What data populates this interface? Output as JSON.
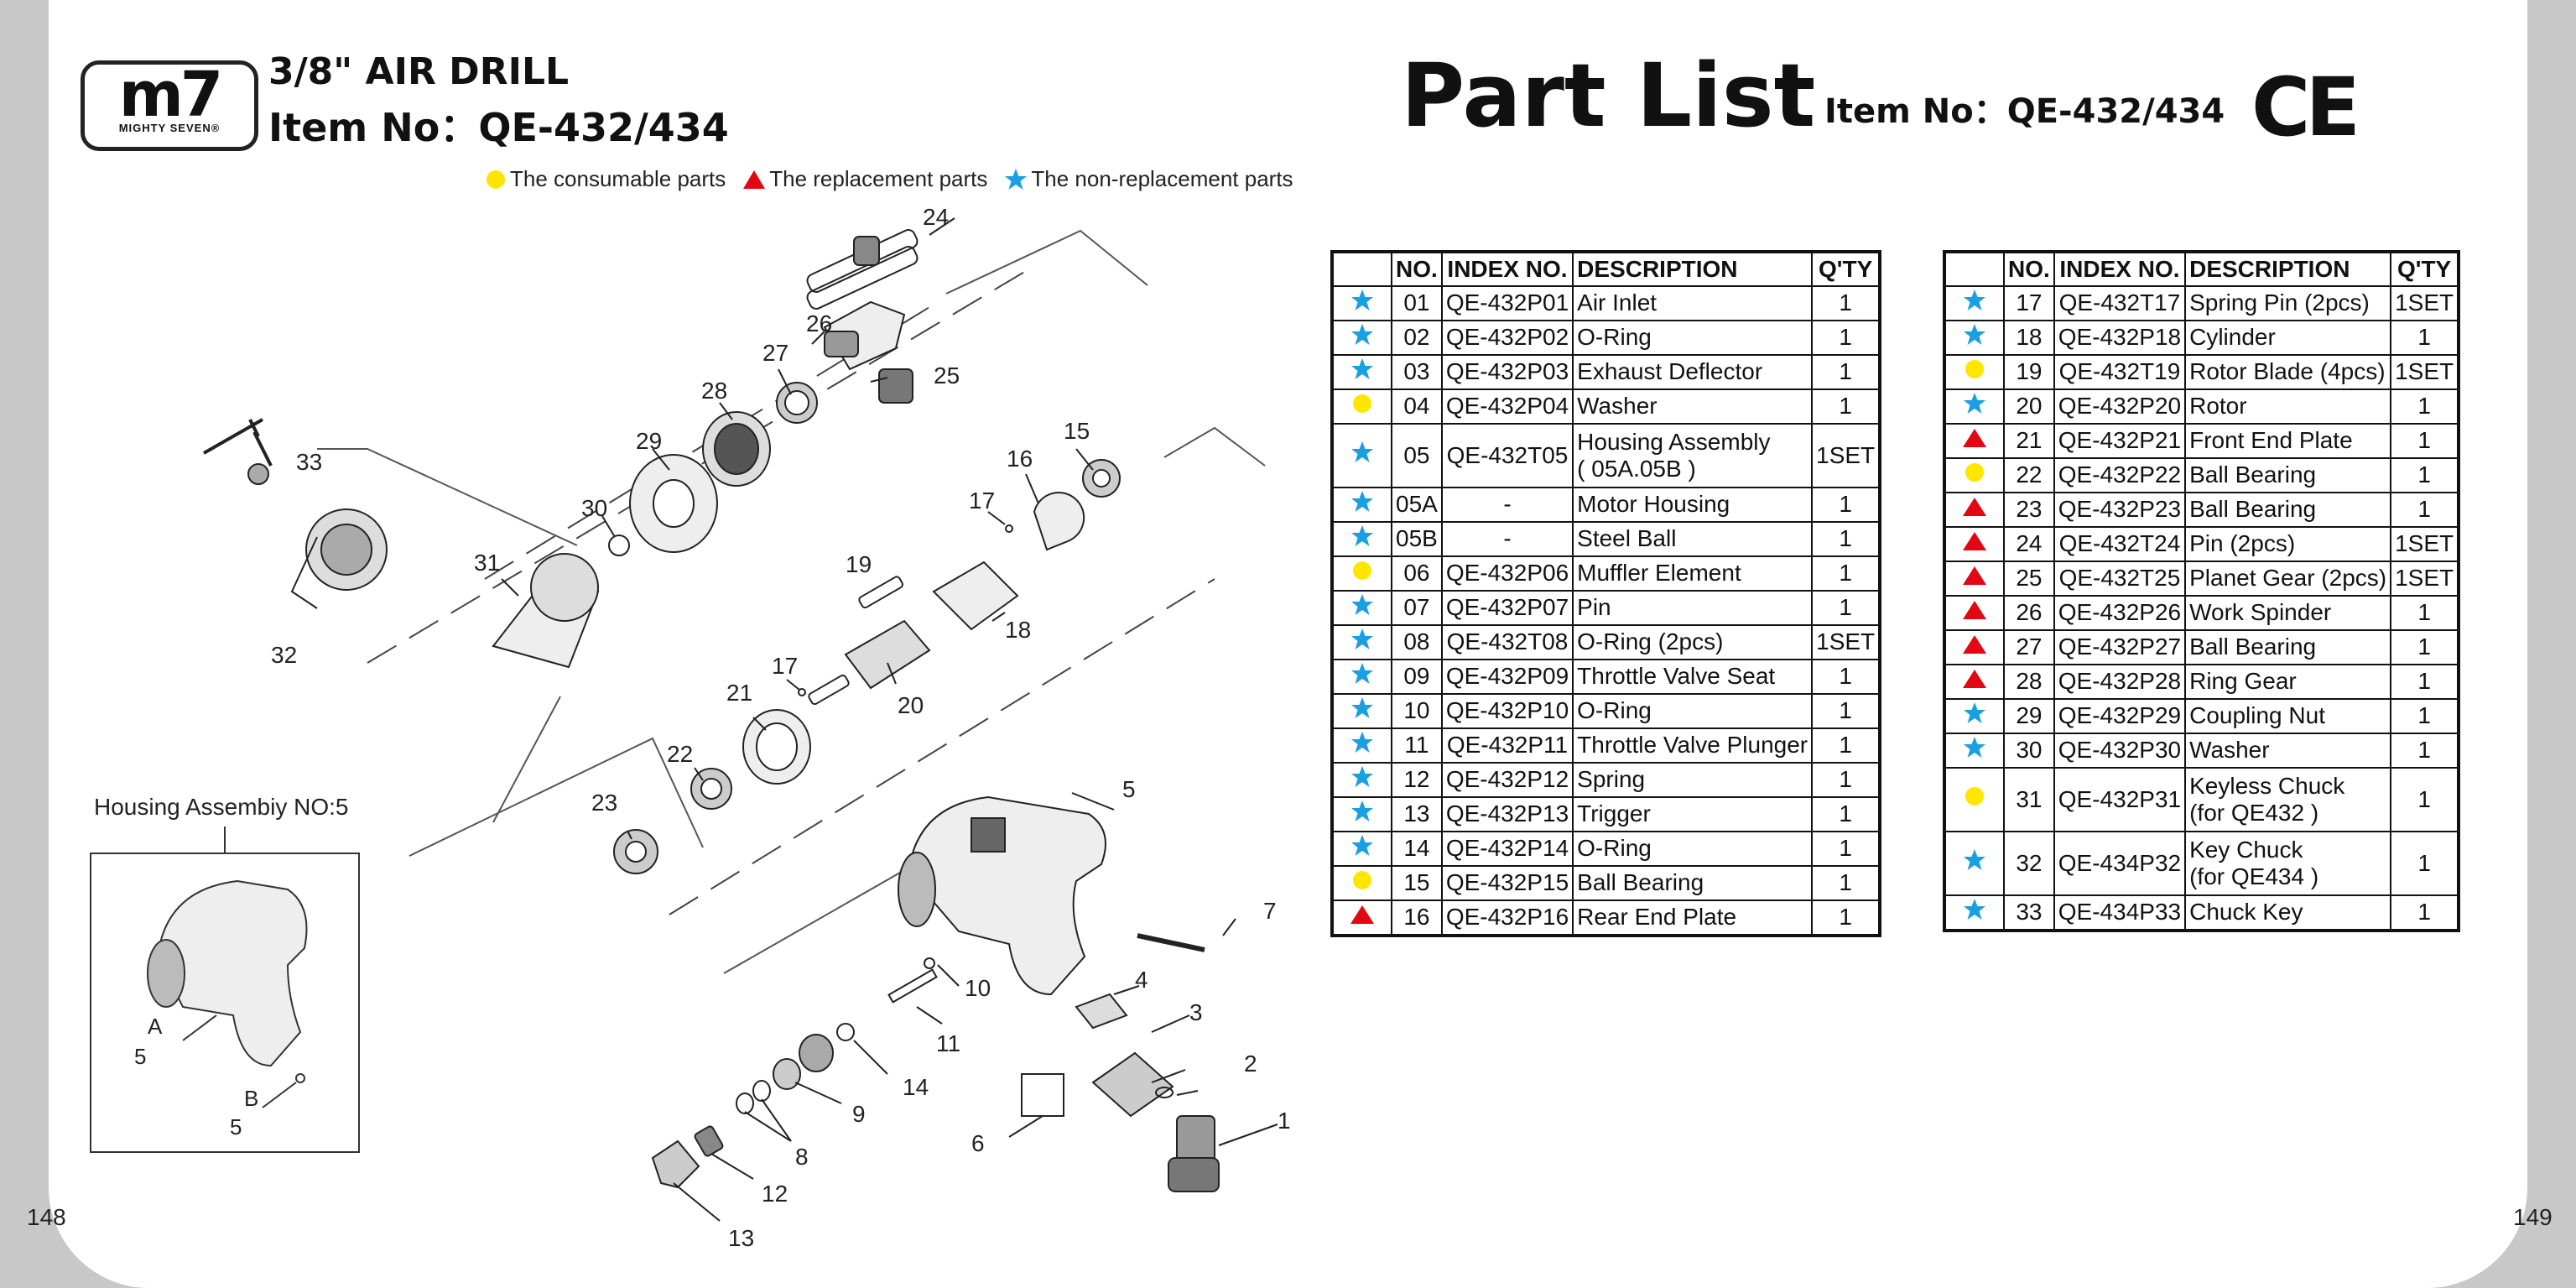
{
  "header": {
    "logo_text": "m7",
    "logo_sub": "MIGHTY SEVEN®",
    "product_line": "3/8\"  AIR DRILL",
    "item_line": "Item No：QE-432/434",
    "page_title": "Part List",
    "title_item": "Item No：QE-432/434",
    "ce_mark": "CE"
  },
  "legend": {
    "consumable": "The consumable parts",
    "replacement": "The replacement parts",
    "non_replacement": "The non-replacement parts"
  },
  "colors": {
    "consumable": "#FFE600",
    "replacement": "#E30613",
    "non_replacement": "#1AA0E0"
  },
  "page_numbers": {
    "left": "148",
    "right": "149"
  },
  "diagram": {
    "housing_title": "Housing Assembiy NO:5",
    "callouts": [
      "1",
      "2",
      "3",
      "4",
      "5",
      "6",
      "7",
      "8",
      "9",
      "10",
      "11",
      "12",
      "13",
      "14",
      "15",
      "16",
      "17",
      "17",
      "18",
      "19",
      "20",
      "21",
      "22",
      "23",
      "24",
      "25",
      "26",
      "27",
      "28",
      "29",
      "30",
      "31",
      "32",
      "33"
    ],
    "housing_labels": [
      "A",
      "5",
      "B",
      "5"
    ]
  },
  "table_headers": {
    "no": "NO.",
    "index": "INDEX NO.",
    "desc": "DESCRIPTION",
    "qty": "Q'TY"
  },
  "table_left": [
    {
      "sym": "star",
      "no": "01",
      "index": "QE-432P01",
      "desc": "Air Inlet",
      "qty": "1"
    },
    {
      "sym": "star",
      "no": "02",
      "index": "QE-432P02",
      "desc": "O-Ring",
      "qty": "1"
    },
    {
      "sym": "star",
      "no": "03",
      "index": "QE-432P03",
      "desc": "Exhaust Deflector",
      "qty": "1"
    },
    {
      "sym": "circle",
      "no": "04",
      "index": "QE-432P04",
      "desc": "Washer",
      "qty": "1"
    },
    {
      "sym": "star",
      "no": "05",
      "index": "QE-432T05",
      "desc": "Housing Assembly",
      "desc2": "( 05A.05B )",
      "qty": "1SET"
    },
    {
      "sym": "star",
      "no": "05A",
      "index": "-",
      "desc": "Motor Housing",
      "qty": "1"
    },
    {
      "sym": "star",
      "no": "05B",
      "index": "-",
      "desc": "Steel Ball",
      "qty": "1"
    },
    {
      "sym": "circle",
      "no": "06",
      "index": "QE-432P06",
      "desc": "Muffler Element",
      "qty": "1"
    },
    {
      "sym": "star",
      "no": "07",
      "index": "QE-432P07",
      "desc": "Pin",
      "qty": "1"
    },
    {
      "sym": "star",
      "no": "08",
      "index": "QE-432T08",
      "desc": "O-Ring (2pcs)",
      "qty": "1SET"
    },
    {
      "sym": "star",
      "no": "09",
      "index": "QE-432P09",
      "desc": "Throttle Valve Seat",
      "qty": "1"
    },
    {
      "sym": "star",
      "no": "10",
      "index": "QE-432P10",
      "desc": "O-Ring",
      "qty": "1"
    },
    {
      "sym": "star",
      "no": "11",
      "index": "QE-432P11",
      "desc": "Throttle Valve Plunger",
      "qty": "1"
    },
    {
      "sym": "star",
      "no": "12",
      "index": "QE-432P12",
      "desc": "Spring",
      "qty": "1"
    },
    {
      "sym": "star",
      "no": "13",
      "index": "QE-432P13",
      "desc": "Trigger",
      "qty": "1"
    },
    {
      "sym": "star",
      "no": "14",
      "index": "QE-432P14",
      "desc": "O-Ring",
      "qty": "1"
    },
    {
      "sym": "circle",
      "no": "15",
      "index": "QE-432P15",
      "desc": "Ball Bearing",
      "qty": "1"
    },
    {
      "sym": "triangle",
      "no": "16",
      "index": "QE-432P16",
      "desc": "Rear End Plate",
      "qty": "1"
    }
  ],
  "table_right": [
    {
      "sym": "star",
      "no": "17",
      "index": "QE-432T17",
      "desc": "Spring Pin (2pcs)",
      "qty": "1SET"
    },
    {
      "sym": "star",
      "no": "18",
      "index": "QE-432P18",
      "desc": "Cylinder",
      "qty": "1"
    },
    {
      "sym": "circle",
      "no": "19",
      "index": "QE-432T19",
      "desc": "Rotor Blade (4pcs)",
      "qty": "1SET"
    },
    {
      "sym": "star",
      "no": "20",
      "index": "QE-432P20",
      "desc": "Rotor",
      "qty": "1"
    },
    {
      "sym": "triangle",
      "no": "21",
      "index": "QE-432P21",
      "desc": "Front End Plate",
      "qty": "1"
    },
    {
      "sym": "circle",
      "no": "22",
      "index": "QE-432P22",
      "desc": "Ball Bearing",
      "qty": "1"
    },
    {
      "sym": "triangle",
      "no": "23",
      "index": "QE-432P23",
      "desc": "Ball Bearing",
      "qty": "1"
    },
    {
      "sym": "triangle",
      "no": "24",
      "index": "QE-432T24",
      "desc": "Pin (2pcs)",
      "qty": "1SET"
    },
    {
      "sym": "triangle",
      "no": "25",
      "index": "QE-432T25",
      "desc": "Planet Gear (2pcs)",
      "qty": "1SET"
    },
    {
      "sym": "triangle",
      "no": "26",
      "index": "QE-432P26",
      "desc": "Work Spinder",
      "qty": "1"
    },
    {
      "sym": "triangle",
      "no": "27",
      "index": "QE-432P27",
      "desc": "Ball Bearing",
      "qty": "1"
    },
    {
      "sym": "triangle",
      "no": "28",
      "index": "QE-432P28",
      "desc": "Ring Gear",
      "qty": "1"
    },
    {
      "sym": "star",
      "no": "29",
      "index": "QE-432P29",
      "desc": "Coupling Nut",
      "qty": "1"
    },
    {
      "sym": "star",
      "no": "30",
      "index": "QE-432P30",
      "desc": "Washer",
      "qty": "1"
    },
    {
      "sym": "circle",
      "no": "31",
      "index": "QE-432P31",
      "desc": "Keyless Chuck",
      "desc2": "(for QE432 )",
      "qty": "1"
    },
    {
      "sym": "star",
      "no": "32",
      "index": "QE-434P32",
      "desc": "Key Chuck",
      "desc2": "(for QE434 )",
      "qty": "1"
    },
    {
      "sym": "star",
      "no": "33",
      "index": "QE-434P33",
      "desc": "Chuck Key",
      "qty": "1"
    }
  ]
}
